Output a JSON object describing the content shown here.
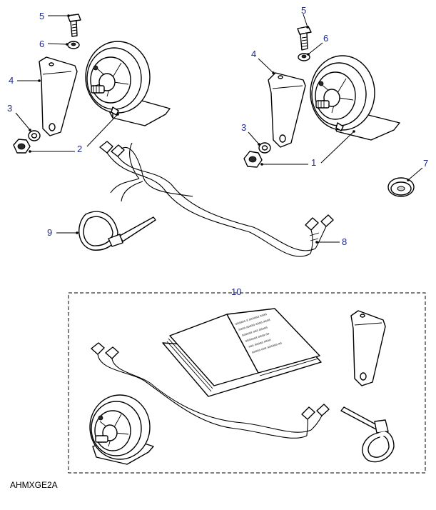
{
  "callouts": {
    "left_bolt": "5",
    "left_washer": "6",
    "left_bracket": "4",
    "left_spring_washer": "3",
    "left_horn": "2",
    "right_bolt": "5",
    "right_washer": "6",
    "right_bracket": "4",
    "right_spring_washer": "3",
    "right_horn": "1",
    "grommet": "7",
    "harness": "8",
    "cable_tie": "9",
    "kit": "10"
  },
  "reference_code": "AHMXGE2A",
  "book_text_lines": [
    "aaaaaa a aaaaaa aaaa",
    "aaaa aaaaa aaaa aaaa",
    "aaaaaa aaa aaaaa",
    "aaaaaaa aaaa aa",
    "aaa aaaaa aaaa",
    "aaaaa aaa aaaaaa aa"
  ]
}
